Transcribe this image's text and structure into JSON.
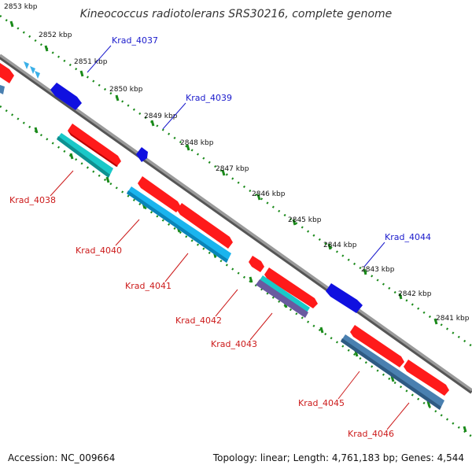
{
  "title": "Kineococcus radiotolerans SRS30216, complete genome",
  "footer": {
    "accession": "Accession: NC_009664",
    "summary": "Topology: linear; Length: 4,761,183 bp; Genes: 4,544"
  },
  "scale_ticks": [
    {
      "label": "2853 kbp",
      "kbp": 2853
    },
    {
      "label": "2852 kbp",
      "kbp": 2852
    },
    {
      "label": "2851 kbp",
      "kbp": 2851
    },
    {
      "label": "2850 kbp",
      "kbp": 2850
    },
    {
      "label": "2849 kbp",
      "kbp": 2849
    },
    {
      "label": "2848 kbp",
      "kbp": 2848
    },
    {
      "label": "2847 kbp",
      "kbp": 2847
    },
    {
      "label": "2846 kbp",
      "kbp": 2846
    },
    {
      "label": "2845 kbp",
      "kbp": 2845
    },
    {
      "label": "2844 kbp",
      "kbp": 2844
    },
    {
      "label": "2843 kbp",
      "kbp": 2843
    },
    {
      "label": "2842 kbp",
      "kbp": 2842
    },
    {
      "label": "2841 kbp",
      "kbp": 2841
    }
  ],
  "gene_labels": [
    {
      "name": "Krad_4037",
      "color": "#1a1acc"
    },
    {
      "name": "Krad_4039",
      "color": "#1a1acc"
    },
    {
      "name": "Krad_4044",
      "color": "#1a1acc"
    },
    {
      "name": "Krad_4038",
      "color": "#cc1a1a"
    },
    {
      "name": "Krad_4040",
      "color": "#cc1a1a"
    },
    {
      "name": "Krad_4041",
      "color": "#cc1a1a"
    },
    {
      "name": "Krad_4042",
      "color": "#cc1a1a"
    },
    {
      "name": "Krad_4043",
      "color": "#cc1a1a"
    },
    {
      "name": "Krad_4045",
      "color": "#cc1a1a"
    },
    {
      "name": "Krad_4046",
      "color": "#cc1a1a"
    }
  ],
  "colors": {
    "axis": "#808080",
    "dots": "#1a8a1a",
    "gene_red": "#ff1a1a",
    "gene_blue": "#1a1aee",
    "gene_cyan": "#1ac8c8",
    "gene_skyblue": "#1ab4ee",
    "gene_steel": "#4a80b0",
    "gene_purple": "#6a5aa0"
  }
}
